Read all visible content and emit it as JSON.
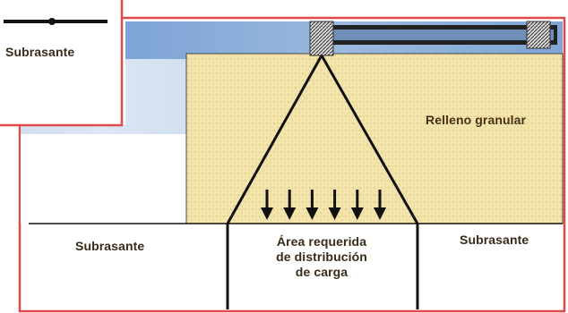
{
  "labels": {
    "inset_subgrade": "Subrasante",
    "left_subgrade": "Subrasante",
    "right_subgrade": "Subrasante",
    "granular_fill": "Relleno granular",
    "area_line1": "Área requerida",
    "area_line2": "de distribución",
    "area_line3": "de carga"
  },
  "colors": {
    "frame": "#e04a4a",
    "sky": "#8fb2dc",
    "fill": "#f2e3a8",
    "line": "#111111"
  },
  "load_arrow_count": 6
}
